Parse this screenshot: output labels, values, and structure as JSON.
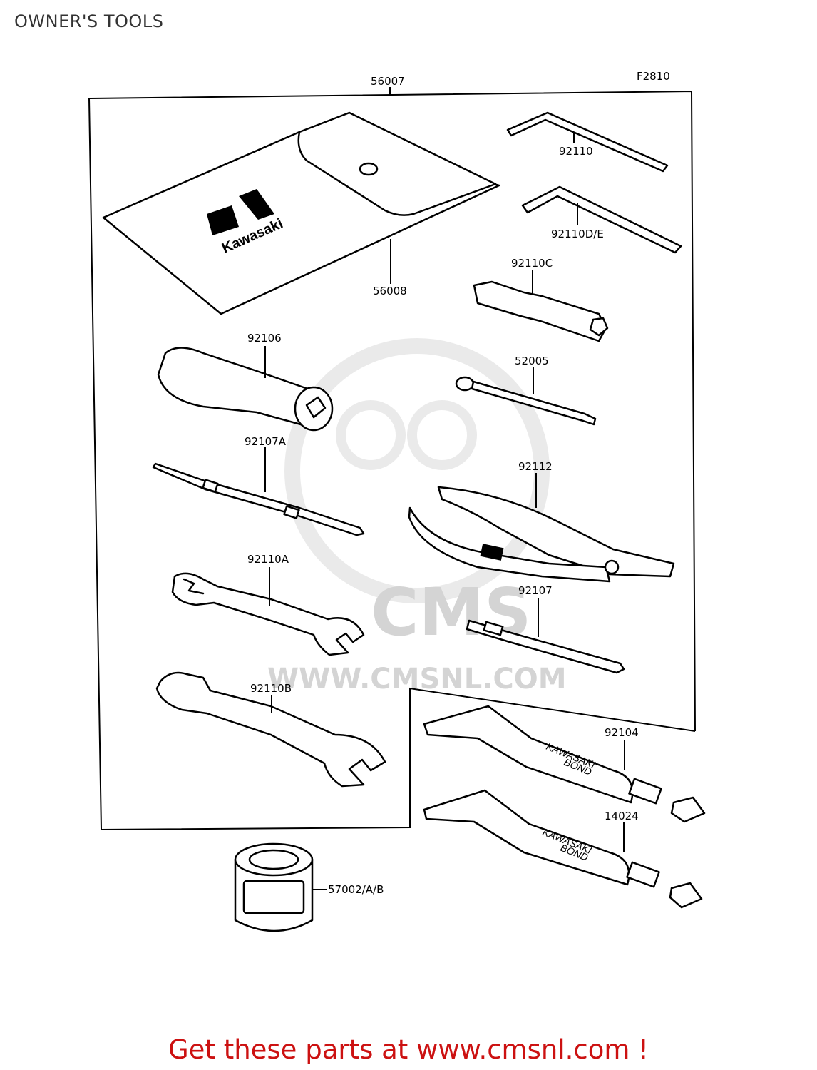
{
  "header": {
    "title": "OWNER'S TOOLS"
  },
  "diagram": {
    "figure_code": "F2810",
    "brand_on_pouch": "Kawasaki",
    "tube_text_line1": "KAWASAKI",
    "tube_text_line2": "BOND",
    "parts": {
      "kit": "56007",
      "pouch": "56008",
      "hex_wrench_small": "92110",
      "hex_wrench_large": "92110D/E",
      "plug_wrench": "92110C",
      "spoke_wrench": "52005",
      "handle": "92106",
      "screwdriver_a": "92107A",
      "pliers": "92112",
      "wrench_a": "92110A",
      "screwdriver": "92107",
      "wrench_b": "92110B",
      "bond_1": "92104",
      "bond_2": "14024",
      "can": "57002/A/B"
    }
  },
  "watermark": {
    "brand": "CMS",
    "url": "WWW.CMSNL.COM"
  },
  "footer": {
    "link_text": "Get these parts at www.cmsnl.com !"
  }
}
